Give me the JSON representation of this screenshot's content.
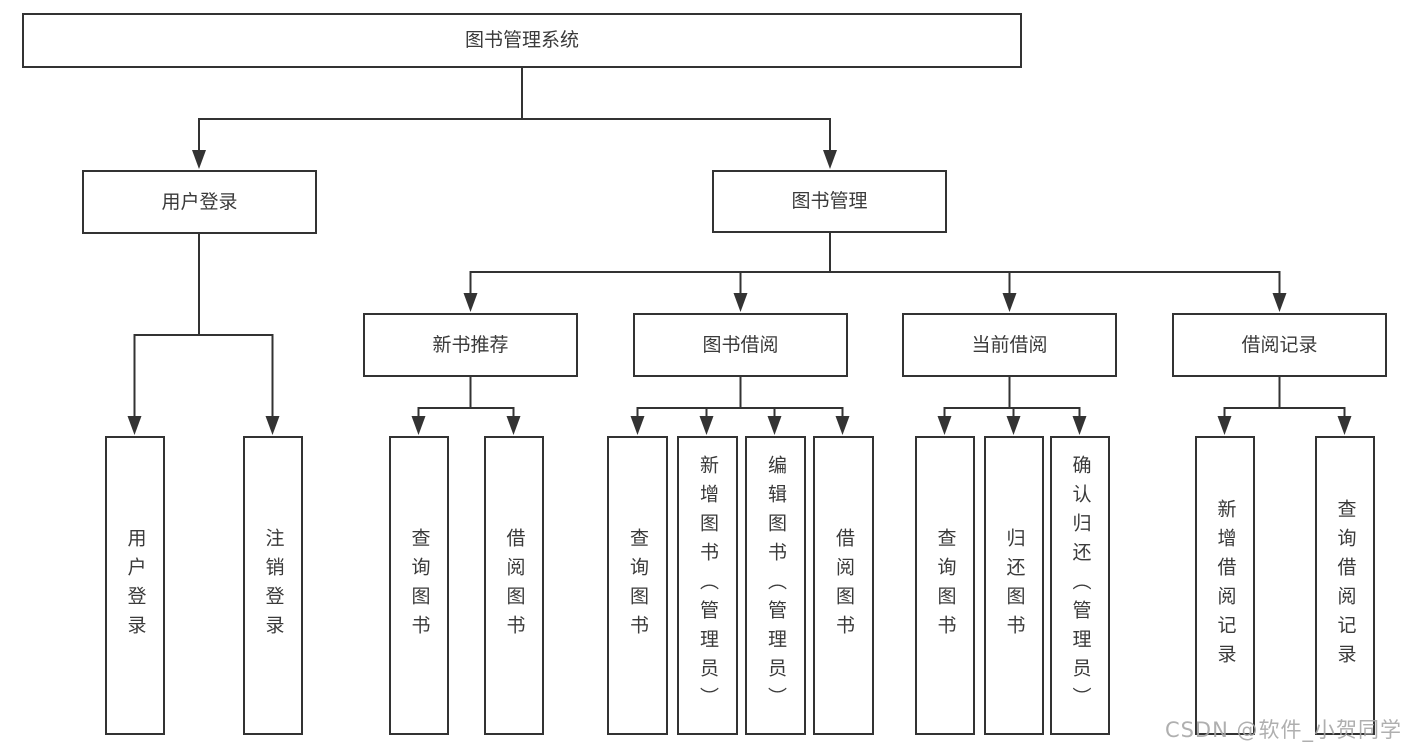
{
  "tree": {
    "label": "图书管理系统",
    "children": [
      {
        "label": "用户登录",
        "children": [
          {
            "label": "用户登录"
          },
          {
            "label": "注销登录"
          }
        ]
      },
      {
        "label": "图书管理",
        "children": [
          {
            "label": "新书推荐",
            "children": [
              {
                "label": "查询图书"
              },
              {
                "label": "借阅图书"
              }
            ]
          },
          {
            "label": "图书借阅",
            "children": [
              {
                "label": "查询图书"
              },
              {
                "label": "新增图书（管理员）"
              },
              {
                "label": "编辑图书（管理员）"
              },
              {
                "label": "借阅图书"
              }
            ]
          },
          {
            "label": "当前借阅",
            "children": [
              {
                "label": "查询图书"
              },
              {
                "label": "归还图书"
              },
              {
                "label": "确认归还（管理员）"
              }
            ]
          },
          {
            "label": "借阅记录",
            "children": [
              {
                "label": "新增借阅记录"
              },
              {
                "label": "查询借阅记录"
              }
            ]
          }
        ]
      }
    ]
  },
  "watermark": {
    "text": "CSDN @软件_小贺同学"
  },
  "colors": {
    "line": "#333333",
    "box_border": "#333333",
    "box_fill": "#ffffff",
    "text": "#3a3a3a",
    "watermark": "#a6a6a6",
    "background": "#ffffff"
  }
}
